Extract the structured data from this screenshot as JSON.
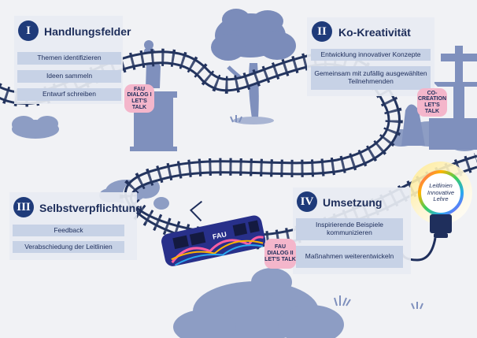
{
  "phases": [
    {
      "number": "I",
      "title": "Handlungsfelder",
      "items": [
        "Themen identifizieren",
        "Ideen sammeln",
        "Entwurf schreiben"
      ]
    },
    {
      "number": "II",
      "title": "Ko-Kreativität",
      "items": [
        "Entwicklung innovativer Konzepte",
        "Gemeinsam mit zufällig ausgewählten Teilnehmenden"
      ]
    },
    {
      "number": "III",
      "title": "Selbstverpflichtung",
      "items": [
        "Feedback",
        "Verabschiedung der Leitlinien"
      ]
    },
    {
      "number": "IV",
      "title": "Umsetzung",
      "items": [
        "Inspirierende Beispiele kommunizieren",
        "Maßnahmen weiterentwickeln"
      ]
    }
  ],
  "bubbles": {
    "dialog1": "FAU DIALOG I LET'S TALK",
    "cocreation": "CO-CREATION LET'S TALK",
    "dialog2": "FAU DIALOG II LET'S TALK"
  },
  "train_label": "FAU",
  "bulb_label": "Leitlinien Innovative Lehre",
  "colors": {
    "primary": "#1f3b7a",
    "rail": "#23345e",
    "panel": "#e8ebf2",
    "item": "#c7d2e6",
    "bubble": "#f4b6cb",
    "scenery": "#8d9dc4"
  }
}
